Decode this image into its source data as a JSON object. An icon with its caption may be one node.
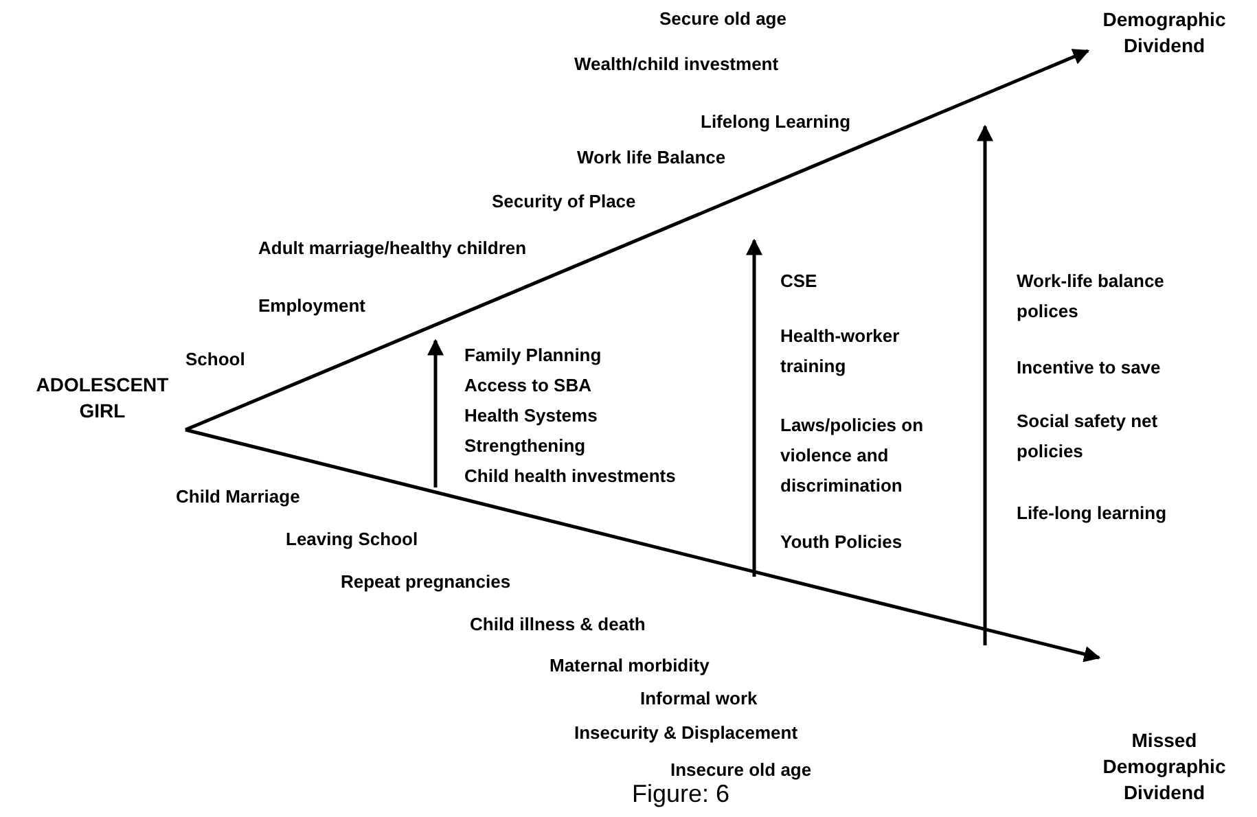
{
  "diagram": {
    "caption": "Figure: 6",
    "nodes": [
      {
        "text": [
          "ADOLESCENT GIRL"
        ]
      },
      {
        "text": [
          "Demographic Dividend"
        ]
      },
      {
        "text": [
          "Missed Demographic Dividend"
        ]
      }
    ],
    "edges": [
      {
        "from": 0,
        "to": 1,
        "arrow": "to"
      },
      {
        "from": 0,
        "to": 2,
        "arrow": "to"
      }
    ],
    "labels": [
      "Secure old age",
      "Wealth/child investment",
      "Lifelong Learning",
      "Work life Balance",
      "Security of Place",
      "Adult marriage/healthy children",
      "Employment",
      "School",
      "Family Planning",
      "Access to SBA",
      "Health Systems Strengthening",
      "Child health investments",
      "CSE",
      "Health-worker training",
      "Laws/policies on violence and discrimination",
      "Youth Policies",
      "Work-life balance polices",
      "Incentive to save",
      "Social safety net policies",
      "Life-long learning",
      "Child Marriage",
      "Leaving School",
      "Repeat pregnancies",
      "Child illness & death",
      "Maternal morbidity",
      "Informal work",
      "Insecurity & Displacement",
      "Insecure old age"
    ]
  }
}
